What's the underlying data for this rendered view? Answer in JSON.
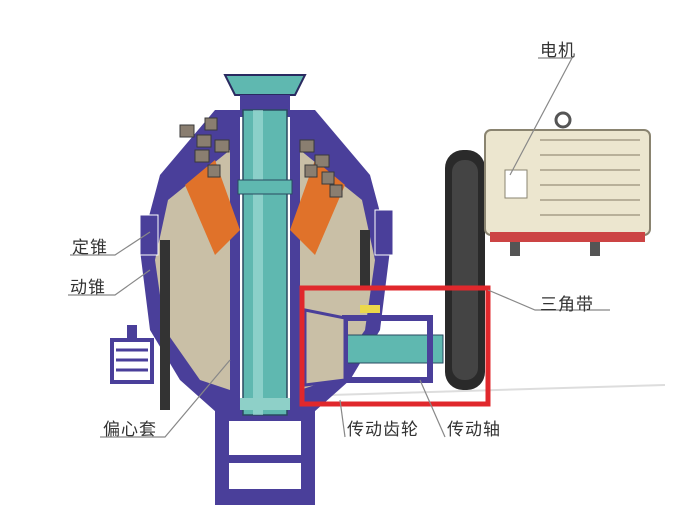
{
  "labels": {
    "motor": "电机",
    "fixed_cone": "定锥",
    "moving_cone": "动锥",
    "v_belt": "三角带",
    "eccentric_sleeve": "偏心套",
    "drive_gear": "传动齿轮",
    "drive_shaft": "传动轴"
  },
  "colors": {
    "body": "#4a3f9a",
    "shaft": "#5fb8b0",
    "liner": "#e0722a",
    "motor": "#ece6cf",
    "belt": "#2a2a2a",
    "highlight_box": "#e0282c"
  }
}
